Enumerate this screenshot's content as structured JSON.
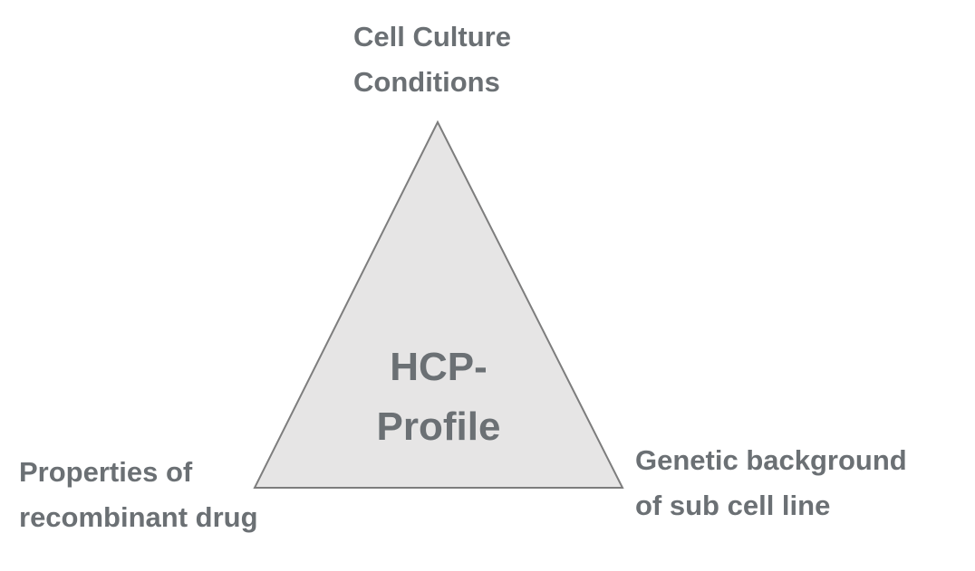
{
  "diagram": {
    "center_label": "HCP-\nProfile",
    "top_label": "Cell Culture\nConditions",
    "bottom_left_label": "Properties of\nrecombinant drug",
    "bottom_right_label": "Genetic background\nof sub cell line"
  },
  "colors": {
    "triangle_fill": "#e6e5e5",
    "triangle_stroke": "#7d7d7d",
    "text": "#6b7074",
    "background": "#ffffff"
  }
}
